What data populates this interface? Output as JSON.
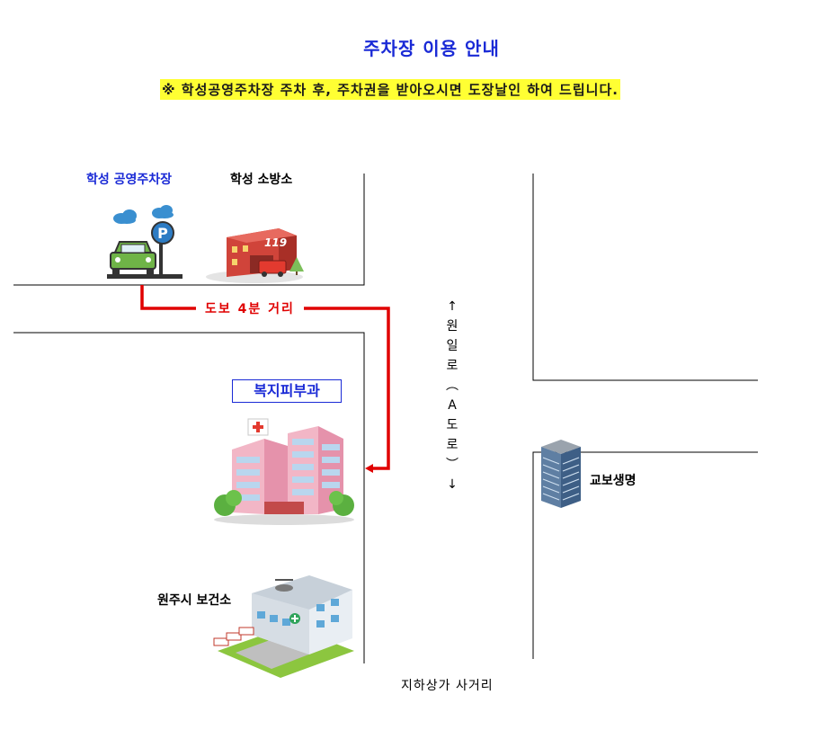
{
  "header": {
    "title": "주차장 이용 안내",
    "notice": "※ 학성공영주차장 주차 후, 주차권을 받아오시면 도장날인 하여 드립니다."
  },
  "map": {
    "parking_label": "학성 공영주차장",
    "fire_station_label": "학성 소방소",
    "walk_label": "도보 4분 거리",
    "clinic_label": "복지피부과",
    "health_center_label": "원주시 보건소",
    "kyobo_label": "교보생명",
    "road_chars": [
      "↑",
      "원",
      "일",
      "로",
      "︵",
      "A",
      "도",
      "로",
      "︶",
      "↓"
    ],
    "intersection_label": "지하상가 사거리",
    "fire_sign": "119",
    "parking_sign": "P",
    "route_color": "#e00000",
    "accent_color": "#1a2ad6"
  }
}
